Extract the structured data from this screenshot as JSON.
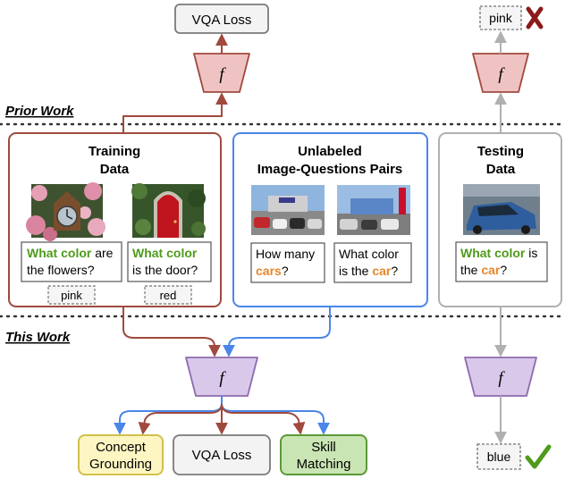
{
  "sections": {
    "prior": "Prior Work",
    "this": "This Work"
  },
  "f_label": "f",
  "top": {
    "vqa_loss": "VQA Loss",
    "prediction": "pink"
  },
  "training": {
    "title_line1": "Training",
    "title_line2": "Data",
    "q1": {
      "hl": "What color",
      "rest1": " are",
      "line2": "the flowers?"
    },
    "q2": {
      "hl": "What color",
      "line2": "is the door?"
    },
    "label1": "pink",
    "label2": "red"
  },
  "unlabeled": {
    "title_line1": "Unlabeled",
    "title_line2": "Image-Questions Pairs",
    "q1": {
      "line1": "How many",
      "hl": "cars",
      "end": "?"
    },
    "q2": {
      "line1": "What color",
      "pre": "is the ",
      "hl": "car",
      "end": "?"
    }
  },
  "testing": {
    "title_line1": "Testing",
    "title_line2": "Data",
    "q": {
      "hl": "What color",
      "rest1": " is",
      "pre": "the ",
      "hl2": "car",
      "end": "?"
    }
  },
  "bottom": {
    "concept_line1": "Concept",
    "concept_line2": "Grounding",
    "vqa_loss": "VQA Loss",
    "skill_line1": "Skill",
    "skill_line2": "Matching",
    "prediction": "blue"
  },
  "colors": {
    "brown": "#a0493e",
    "blue": "#4a86e8",
    "gray": "#b0b0b0",
    "f_fill": "#f0c3c3",
    "f_fill_purple": "#d9c8ea",
    "concept_fill": "#fdf6c3",
    "skill_fill": "#c9e5b3",
    "check": "#4f9a1a",
    "cross": "#8b1a1a"
  }
}
